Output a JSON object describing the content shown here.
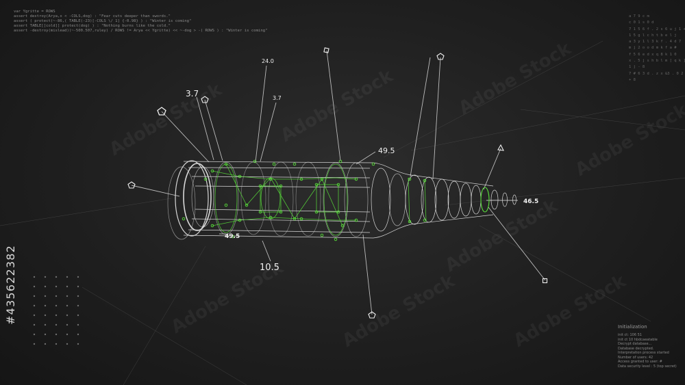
{
  "code_lines": [
    "var Ygritte = ROWS",
    "assert destroy(Arya,x < -COLS,dog) : \"Fear cuts deeper than swords.\"",
    "assert ( protect(~-86,( TABLE(-23)[-COLS \\/ 1] {-0.98} ) : \"Winter is coming\"",
    "assert TABLE[[cold]] protect(dog) ) : \"Nothing burns like the cold.\"",
    "assert -destroy(mislead)(~-500.507,ruley) / ROWS != Arya << Ygritte) << ~-dog > -( ROWS ) : \"Winter is coming\""
  ],
  "hex_lines": [
    "a 7 9 c m",
    "c 0 1 s 0 d",
    "7 1 5 6 f . 2 s 6 u j 1 +",
    "1 5 g l c h t b e l j",
    "a 3 y 1 l 3 k f . 4 d 7",
    "m j 2 o o d m k f a #",
    "f 5 6 e d x q 8 k 1 0",
    "x . 5 j s h b l m [ q k ]",
    "1 j - 8",
    "7 # 6 3 d . z x &3 . 0 2",
    "+ 8"
  ],
  "status": {
    "title": "Initialization",
    "lines": [
      "init ct: 106 51",
      "init ct 10 hbdcaeatable",
      "Decrypt database...",
      "Database decrypted.",
      "Interpretation process started",
      "Number of users: 42",
      "Access granted to user: #",
      "Data security level : 5 (top secret)"
    ]
  },
  "stock_id": "#435622382",
  "watermark": "Adobe Stock",
  "measurements": {
    "m1": "3.7",
    "m2": "24.0",
    "m3": "3.7",
    "m4": "49.5",
    "m5": "49.5",
    "m6": "46.5",
    "m7": "10.5"
  },
  "colors": {
    "background": "#1f1f1f",
    "wire": "#d8d8d8",
    "node_green": "#59e13a"
  },
  "icons": {
    "marker_pentagon": "pentagon-icon",
    "marker_square": "square-icon",
    "marker_triangle": "triangle-icon"
  }
}
